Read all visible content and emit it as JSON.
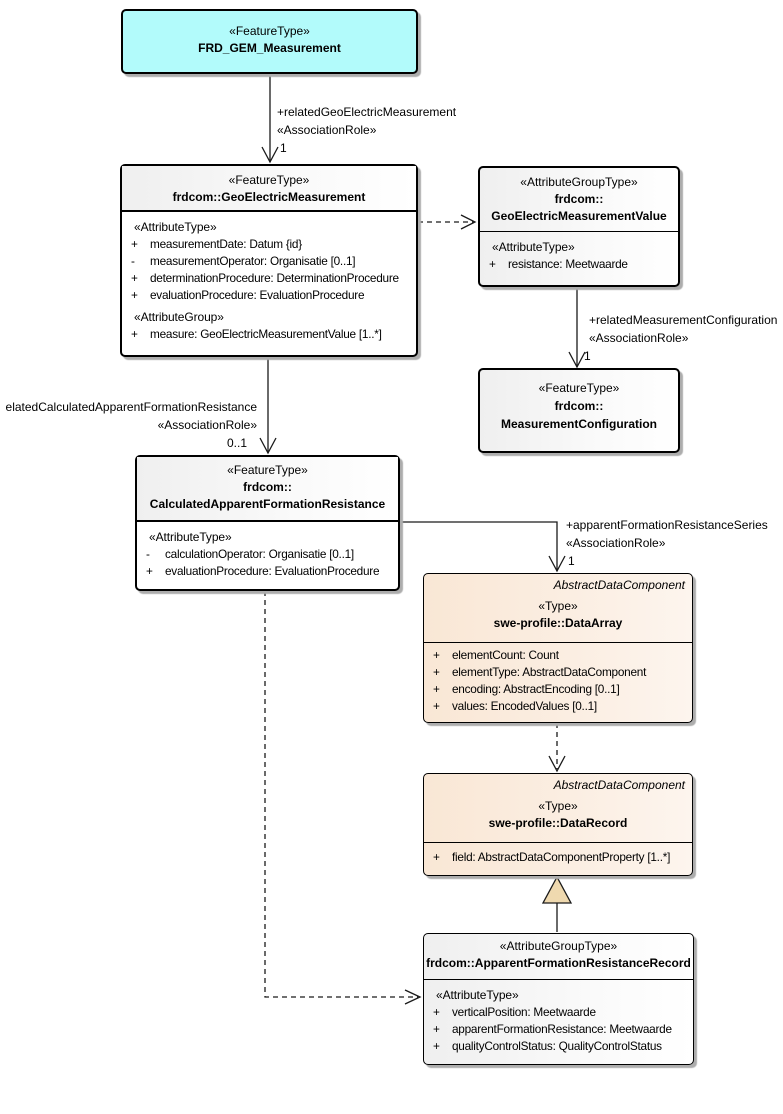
{
  "diagram": {
    "background": "#FFFFFF"
  },
  "colors": {
    "node_cyan": "#B2FBFB",
    "node_gray_gradient": "#EFEFEF",
    "node_peach": "#F9E7D5",
    "border": "#000000",
    "shadow": "#ADADAD",
    "generalization_fill": "#EFD9AF"
  },
  "nodes": {
    "frd": {
      "stereotype": "«FeatureType»",
      "name": "FRD_GEM_Measurement"
    },
    "gem": {
      "stereotype": "«FeatureType»",
      "name": "frdcom::GeoElectricMeasurement",
      "attr_type_header": "«AttributeType»",
      "attrs": [
        {
          "vis": "+",
          "text": "measurementDate: Datum {id}"
        },
        {
          "vis": "-",
          "text": "measurementOperator: Organisatie [0..1]"
        },
        {
          "vis": "+",
          "text": "determinationProcedure: DeterminationProcedure"
        },
        {
          "vis": "+",
          "text": "evaluationProcedure: EvaluationProcedure"
        }
      ],
      "attr_group_header": "«AttributeGroup»",
      "group_attrs": [
        {
          "vis": "+",
          "text": "measure: GeoElectricMeasurementValue [1..*]"
        }
      ]
    },
    "gemv": {
      "stereotype": "«AttributeGroupType»",
      "name_line1": "frdcom::",
      "name_line2": "GeoElectricMeasurementValue",
      "attr_type_header": "«AttributeType»",
      "attrs": [
        {
          "vis": "+",
          "text": "resistance: Meetwaarde"
        }
      ]
    },
    "config": {
      "stereotype": "«FeatureType»",
      "name_line1": "frdcom::",
      "name_line2": "MeasurementConfiguration"
    },
    "calc": {
      "stereotype": "«FeatureType»",
      "name_line1": "frdcom::",
      "name_line2": "CalculatedApparentFormationResistance",
      "attr_type_header": "«AttributeType»",
      "attrs": [
        {
          "vis": "-",
          "text": "calculationOperator: Organisatie [0..1]"
        },
        {
          "vis": "+",
          "text": "evaluationProcedure: EvaluationProcedure"
        }
      ]
    },
    "dataarray": {
      "parent": "AbstractDataComponent",
      "stereotype": "«Type»",
      "name": "swe-profile::DataArray",
      "attrs": [
        {
          "vis": "+",
          "text": "elementCount: Count"
        },
        {
          "vis": "+",
          "text": "elementType: AbstractDataComponent"
        },
        {
          "vis": "+",
          "text": "encoding: AbstractEncoding [0..1]"
        },
        {
          "vis": "+",
          "text": "values: EncodedValues [0..1]"
        }
      ]
    },
    "datarecord": {
      "parent": "AbstractDataComponent",
      "stereotype": "«Type»",
      "name": "swe-profile::DataRecord",
      "attrs": [
        {
          "vis": "+",
          "text": "field: AbstractDataComponentProperty [1..*]"
        }
      ]
    },
    "afrrecord": {
      "stereotype": "«AttributeGroupType»",
      "name": "frdcom::ApparentFormationResistanceRecord",
      "attr_type_header": "«AttributeType»",
      "attrs": [
        {
          "vis": "+",
          "text": "verticalPosition: Meetwaarde"
        },
        {
          "vis": "+",
          "text": "apparentFormationResistance: Meetwaarde"
        },
        {
          "vis": "+",
          "text": "qualityControlStatus: QualityControlStatus"
        }
      ]
    }
  },
  "connectors": {
    "to_gem": {
      "role": "+relatedGeoElectricMeasurement",
      "stereotype": "«AssociationRole»",
      "multiplicity": "1"
    },
    "to_config": {
      "role": "+relatedMeasurementConfiguration",
      "stereotype": "«AssociationRole»",
      "multiplicity": "1"
    },
    "to_calc": {
      "role": "elatedCalculatedApparentFormationResistance",
      "stereotype": "«AssociationRole»",
      "multiplicity": "0..1"
    },
    "to_dataarray": {
      "role": "+apparentFormationResistanceSeries",
      "stereotype": "«AssociationRole»",
      "multiplicity": "1"
    }
  }
}
